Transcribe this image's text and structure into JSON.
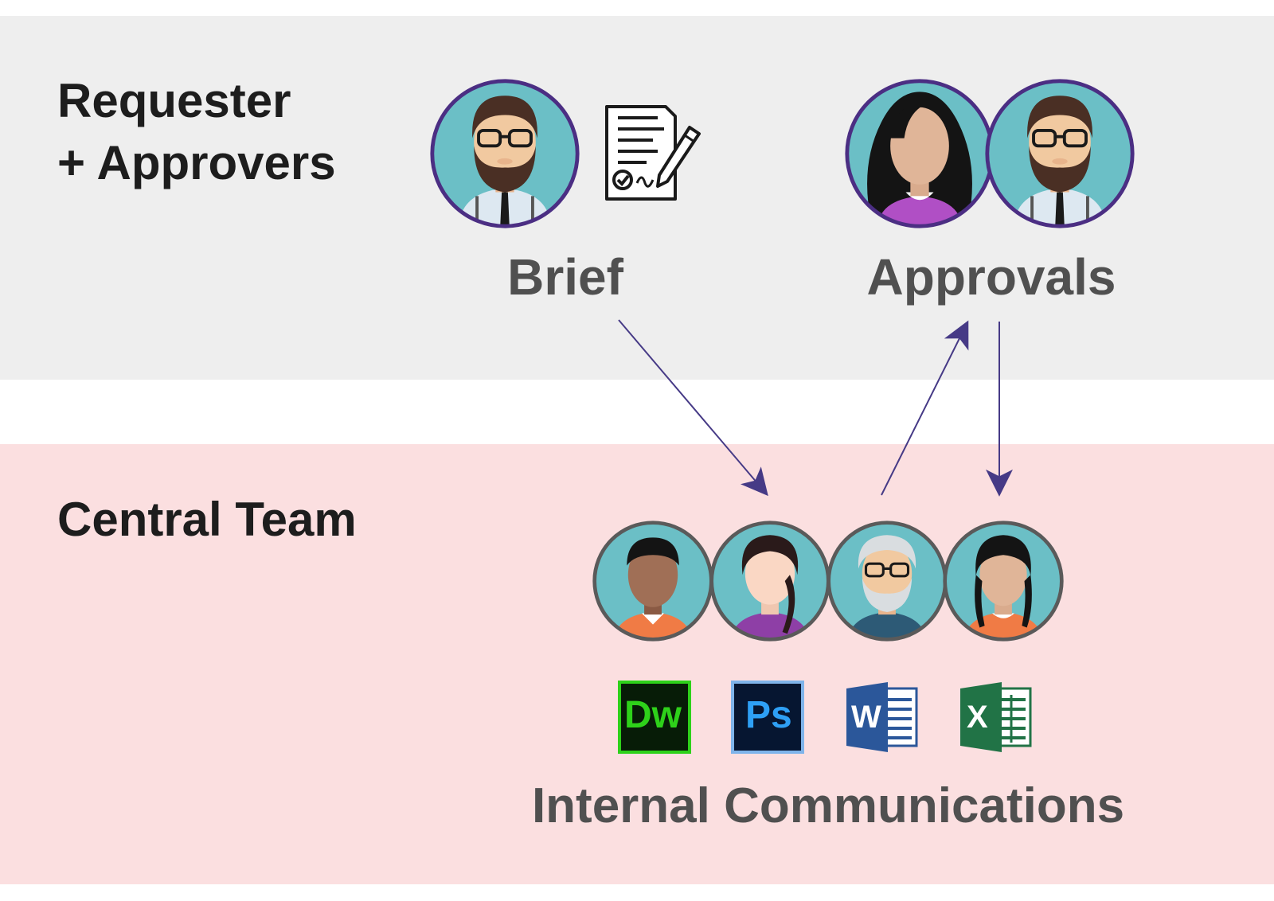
{
  "lanes": {
    "top": {
      "line1": "Requester",
      "line2": "+ Approvers",
      "color": "#eeeeee"
    },
    "bottom": {
      "label": "Central Team",
      "color": "#fbdfe0"
    }
  },
  "steps": {
    "brief": "Brief",
    "approvals": "Approvals",
    "internal_communications": "Internal Communications"
  },
  "apps": {
    "dreamweaver": {
      "text": "Dw",
      "color": "#2ed11a",
      "bg": "#071c07"
    },
    "photoshop": {
      "text": "Ps",
      "color": "#2ea0f5",
      "bg": "#061631"
    },
    "word": {
      "text": "W",
      "color": "#ffffff",
      "bg": "#2b579a"
    },
    "excel": {
      "text": "X",
      "color": "#ffffff",
      "bg": "#217346"
    }
  },
  "colors": {
    "arrow": "#463a86",
    "avatar_bg": "#6bbfc6",
    "ring_top": "#4b2e83",
    "ring_bottom": "#5a5a5a"
  }
}
